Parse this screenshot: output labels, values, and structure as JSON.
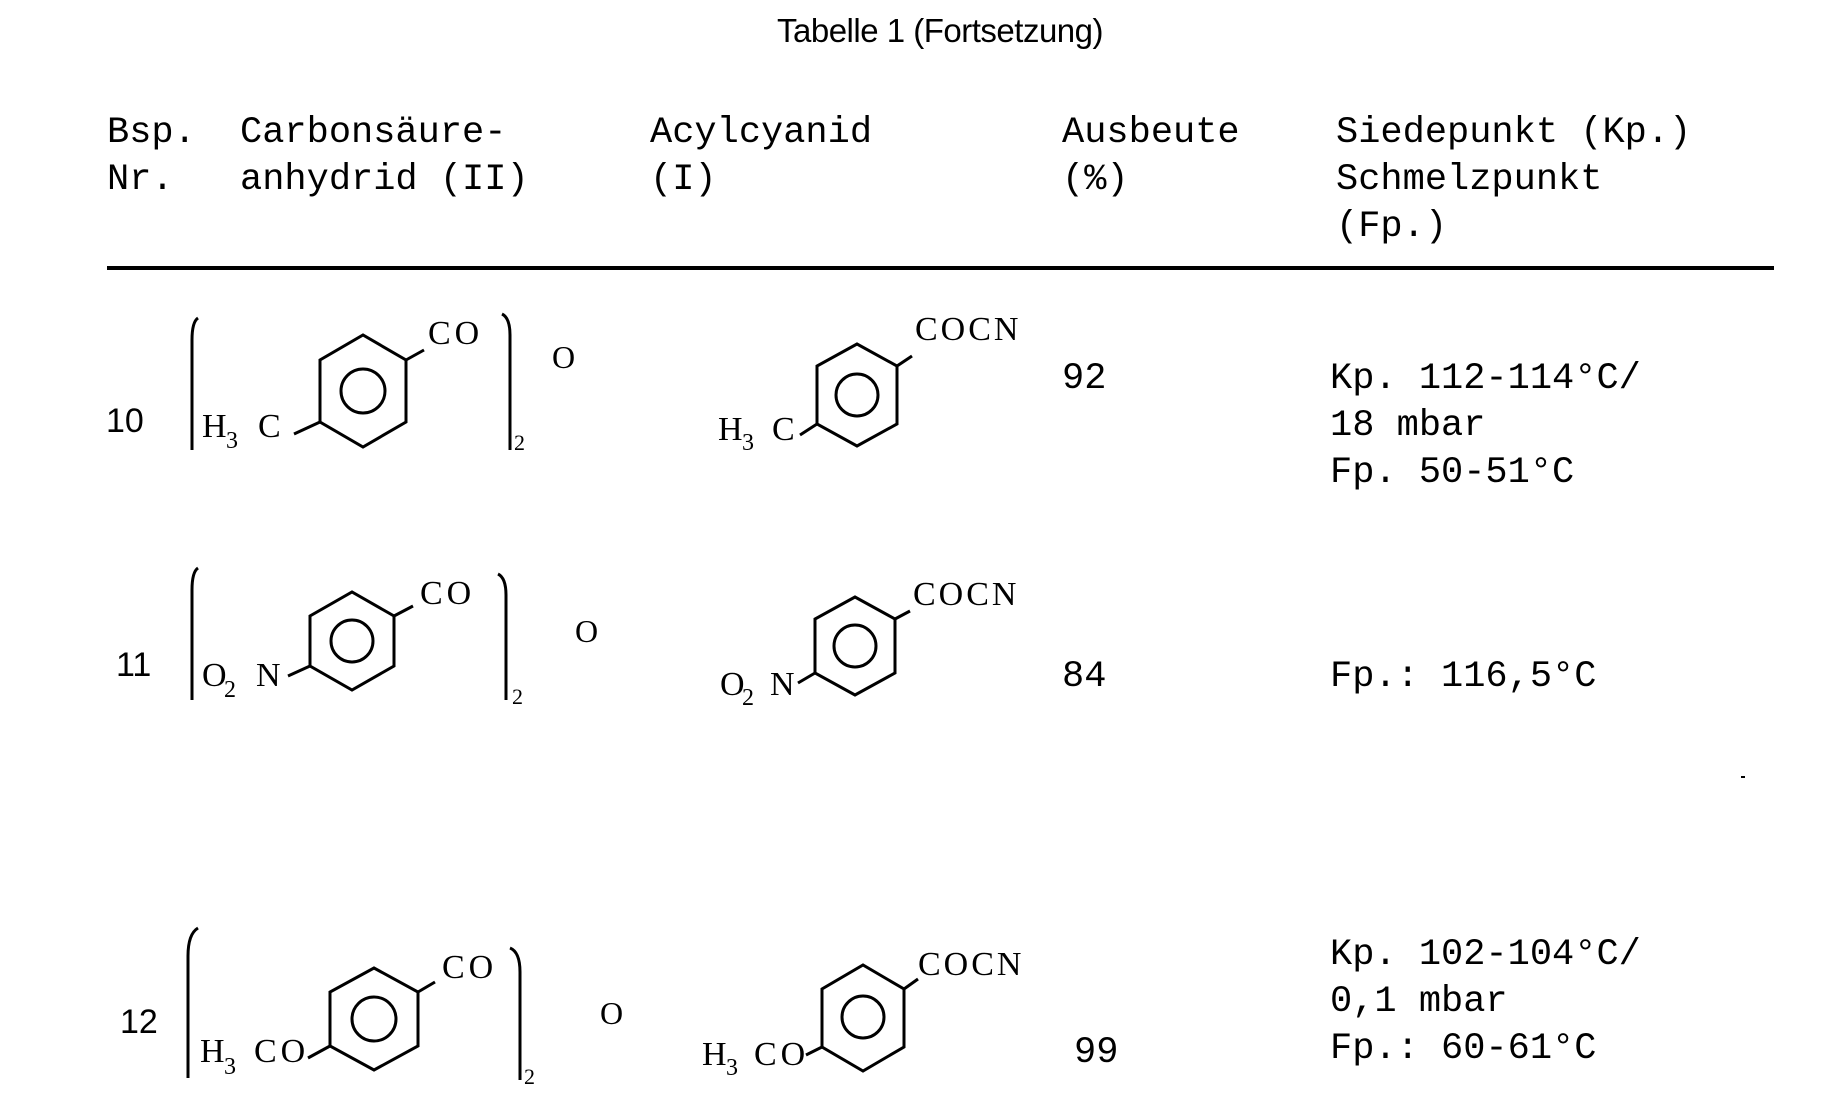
{
  "title": "Tabelle 1 (Fortsetzung)",
  "table": {
    "headers": [
      {
        "line1": "Bsp.",
        "line2": "Nr."
      },
      {
        "line1": "Carbonsäure-",
        "line2": "anhydrid (II)"
      },
      {
        "line1": "Acylcyanid",
        "line2": "(I)"
      },
      {
        "line1": "Ausbeute",
        "line2": "(%)"
      },
      {
        "line1": "Siedepunkt (Kp.)",
        "line2": "Schmelzpunkt",
        "line3": "(Fp.)"
      }
    ],
    "rows": [
      {
        "nr": "10",
        "anhydride": {
          "substituent": "H",
          "sub_index": "3",
          "substituent_tail": "C",
          "group": "CO",
          "multiplier": "2",
          "bridge": "O"
        },
        "acylcyanide": {
          "substituent": "H",
          "sub_index": "3",
          "substituent_tail": "C",
          "group": "COCN"
        },
        "yield": "92",
        "properties": [
          "Kp. 112-114°C/",
          "18 mbar",
          "Fp. 50-51°C"
        ]
      },
      {
        "nr": "11",
        "anhydride": {
          "substituent": "O",
          "sub_index": "2",
          "substituent_tail": "N",
          "group": "CO",
          "multiplier": "2",
          "bridge": "O"
        },
        "acylcyanide": {
          "substituent": "O",
          "sub_index": "2",
          "substituent_tail": "N",
          "group": "COCN"
        },
        "yield": "84",
        "properties": [
          "Fp.: 116,5°C"
        ]
      },
      {
        "nr": "12",
        "anhydride": {
          "substituent": "H",
          "sub_index": "3",
          "substituent_tail": "CO",
          "group": "CO",
          "multiplier": "2",
          "bridge": "O"
        },
        "acylcyanide": {
          "substituent": "H",
          "sub_index": "3",
          "substituent_tail": "CO",
          "group": "COCN"
        },
        "yield": "99",
        "properties": [
          "Kp. 102-104°C/",
          "0,1 mbar",
          "Fp.: 60-61°C"
        ]
      }
    ]
  }
}
